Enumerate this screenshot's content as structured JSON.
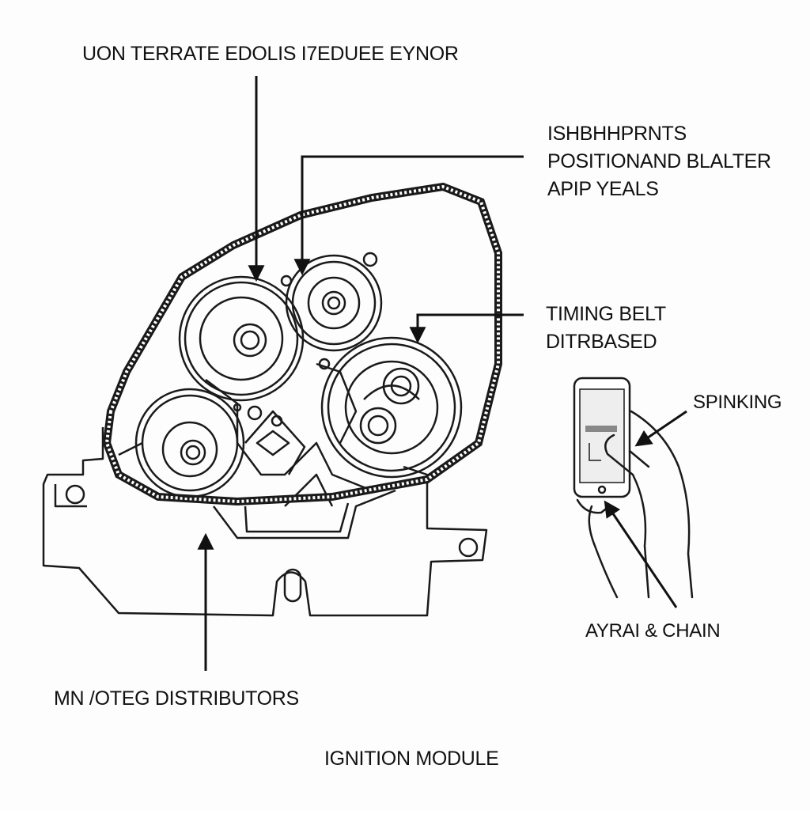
{
  "diagram": {
    "labels": {
      "top_title": "UON TERRATE EDOLIS I7EDUEE EYNOR",
      "position_block": [
        "ISHBHHPRNTS",
        "POSITIONAND BLALTER",
        "APIP  YEALS"
      ],
      "timing_block": [
        "TIMING  BELT",
        "DITRBASED"
      ],
      "spinking": "SPINKING",
      "ayrai_chain": "AYRAI  &  CHAIN",
      "distributors": "MN /OTEG  DISTRIBUTORS",
      "ignition_module": "IGNITION  MODULE"
    },
    "icons": [
      "engine-block",
      "timing-belt",
      "pulley",
      "smartphone",
      "hand",
      "arrow"
    ],
    "colors": {
      "stroke": "#1a1a1a",
      "background": "#fdfdfd",
      "screen": "#eeeeee"
    }
  }
}
